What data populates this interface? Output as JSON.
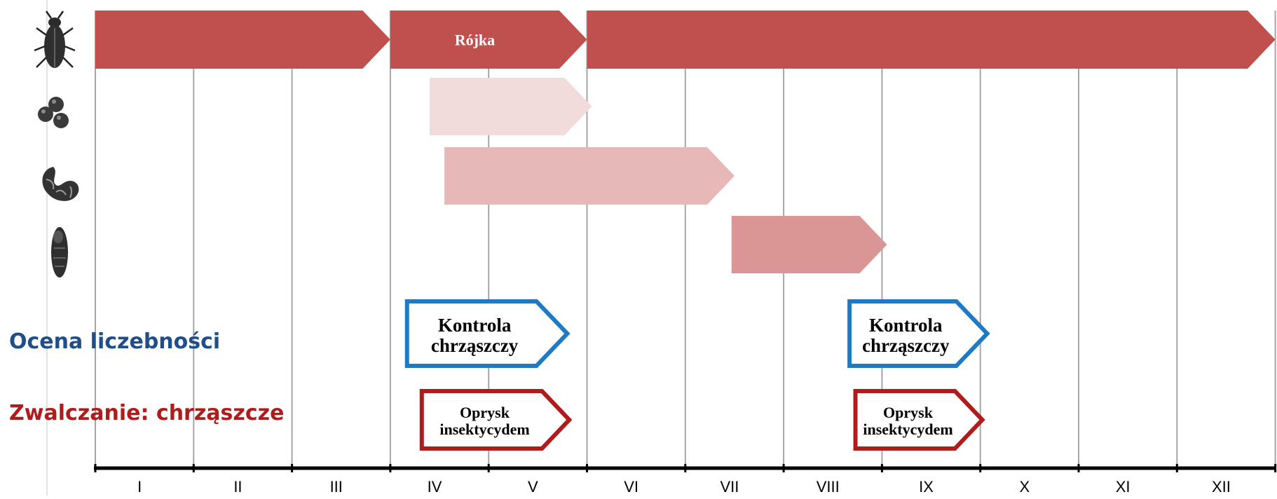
{
  "months": [
    "I",
    "II",
    "III",
    "IV",
    "V",
    "VI",
    "VII",
    "VIII",
    "IX",
    "X",
    "XI",
    "XII"
  ],
  "rows": {
    "assessment_label": "Ocena liczebności",
    "control_label": "Zwalczanie: chrząszcze"
  },
  "stages": [
    {
      "icon": "beetle-adult-icon",
      "segments": [
        {
          "start": 0,
          "end": 3,
          "label": "",
          "color": "#c0504d"
        },
        {
          "start": 3,
          "end": 5,
          "label": "Rójka",
          "color": "#c0504d"
        },
        {
          "start": 5,
          "end": 12,
          "label": "",
          "color": "#c0504d"
        }
      ]
    },
    {
      "icon": "eggs-icon",
      "segments": [
        {
          "start": 3.4,
          "end": 5.05,
          "label": "",
          "color": "#f2dcdb"
        }
      ]
    },
    {
      "icon": "larva-icon",
      "segments": [
        {
          "start": 3.55,
          "end": 6.5,
          "label": "",
          "color": "#e6b9b8"
        }
      ]
    },
    {
      "icon": "pupa-icon",
      "segments": [
        {
          "start": 6.47,
          "end": 8.05,
          "label": "",
          "color": "#d99694"
        }
      ]
    }
  ],
  "assessment": [
    {
      "start": 3.17,
      "end": 4.8,
      "line1": "Kontrola",
      "line2": "chrząszczy",
      "color": "#1f7ac4"
    },
    {
      "start": 7.67,
      "end": 9.07,
      "line1": "Kontrola",
      "line2": "chrząszczy",
      "color": "#1f7ac4"
    }
  ],
  "control": [
    {
      "start": 3.32,
      "end": 4.82,
      "line1": "Oprysk",
      "line2": "insektycydem",
      "color": "#b01c1c"
    },
    {
      "start": 7.73,
      "end": 9.02,
      "line1": "Oprysk",
      "line2": "insektycydem",
      "color": "#b01c1c"
    }
  ],
  "colors": {
    "assessment_text": "#1f4e8a",
    "control_text": "#b01c1c",
    "grid": "#a6a6a6",
    "axis": "#000000"
  }
}
